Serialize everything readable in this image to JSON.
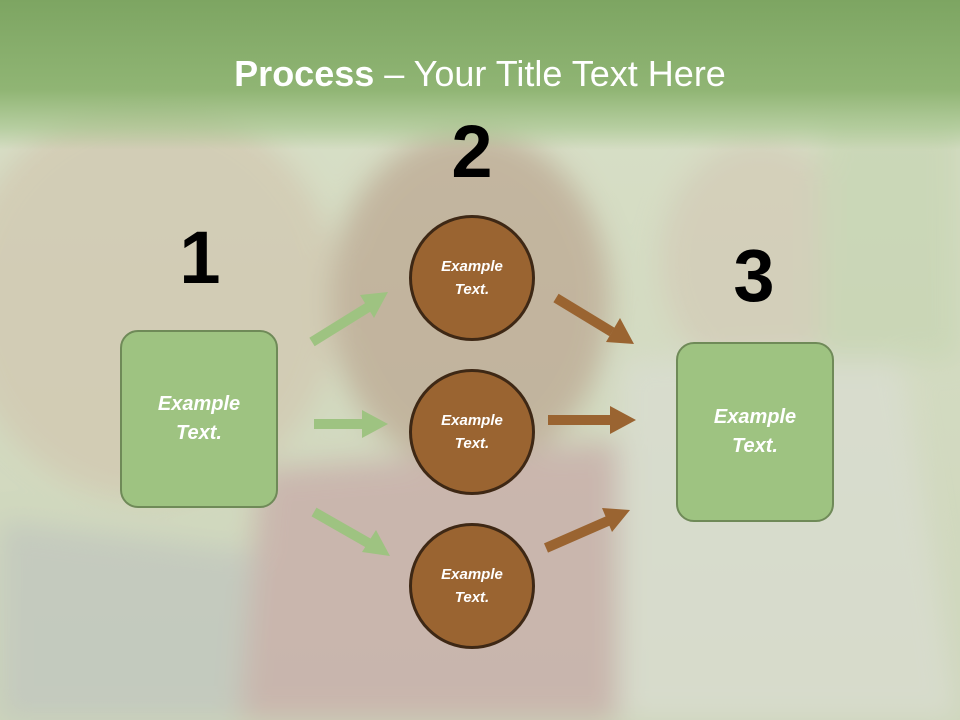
{
  "title": {
    "bold": "Process",
    "rest": " – Your Title Text Here"
  },
  "steps": {
    "one": "1",
    "two": "2",
    "three": "3"
  },
  "left_box": {
    "text": "Example Text."
  },
  "right_box": {
    "text": "Example Text."
  },
  "circles": [
    {
      "text": "Example Text."
    },
    {
      "text": "Example Text."
    },
    {
      "text": "Example Text."
    }
  ],
  "colors": {
    "green_arrow": "#9ec381",
    "brown_arrow": "#9a6431",
    "box_fill": "#9ec381",
    "circle_fill": "#9a6431"
  }
}
